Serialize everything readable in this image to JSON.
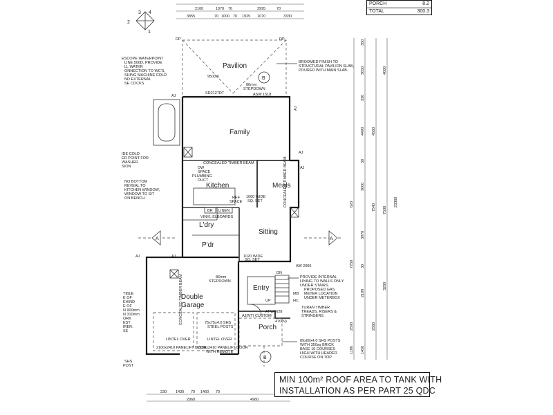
{
  "rooms": {
    "pavilion": "Pavilion",
    "family": "Family",
    "kitchen": "Kitchen",
    "meals": "Meals",
    "laundry": "L'dry",
    "sitting": "Sitting",
    "powder": "P'dr",
    "entry": "Entry",
    "garage_line1": "Double",
    "garage_line2": "Garage",
    "porch": "Porch"
  },
  "area_table": {
    "rows": [
      {
        "label": "PORCH",
        "value": "8.2"
      },
      {
        "label": "TOTAL",
        "value": "300.3"
      }
    ]
  },
  "banner": {
    "line1": "MIN 100m² ROOF AREA TO TANK WITH",
    "line2": "INSTALLATION AS PER PART 25 QDC"
  },
  "top_dims": {
    "row1": [
      "2100",
      "1070",
      "70",
      "2995",
      "70"
    ],
    "row2": [
      "3855",
      "70",
      "1000",
      "70",
      "1925",
      "1070",
      "3330"
    ]
  },
  "right_dims": {
    "col1": [
      "350",
      "3650",
      "330",
      "4490",
      "4560",
      "30",
      "3000",
      "7540",
      "620",
      "3970",
      "7250",
      "30",
      "2190",
      "2590",
      "1100",
      "1450"
    ],
    "col2": [
      "4000",
      "7500",
      "23380",
      "3280",
      "2580"
    ]
  },
  "bottom_dims": {
    "row1": [
      "230",
      "1430",
      "70",
      "1460",
      "70"
    ],
    "row2": [
      "2960",
      "4960"
    ]
  },
  "notes": {
    "broomed": [
      "BROOMED FINISH TO",
      "STRUCTURAL PAVILION SLAB,",
      "POURED WITH MAIN SLAB."
    ],
    "waterpoint": [
      "ESCOPE WATERPOINT",
      "LINE 500D. PROVIDE",
      "LL WATER",
      "ONNECTION TO WC'S,",
      "SHING MACHINE COLD",
      "ND EXTERNAL",
      "SE COCKS"
    ],
    "cold_water": [
      "IDE COLD",
      "ER POINT FOR",
      "WASHER",
      "SION"
    ],
    "no_bottom": [
      "NO BOTTOM",
      "REVEAL TO",
      "KITCHEN WINDOW,",
      "WINDOW TO SIT",
      "ON BENCH."
    ],
    "internal": [
      "PROVIDE INTERNAL",
      "LINING TO WALLS ONLY",
      "UNDER STAIRS."
    ],
    "gas": [
      "PROPOSED GAS",
      "METER LOCATION",
      "UNDER METERBOX"
    ],
    "treads": [
      "TURAN TIMBER",
      "TREADS, RISERS &",
      "STRINGERS"
    ],
    "shs": [
      "89x89x4.0 SHS POSTS",
      "WITH 350sq BRICK",
      "BASE 10 COURSES",
      "HIGH WITH HEADER",
      "COURSE ON TOP"
    ],
    "garage_left": [
      "TIBLE",
      "E OF",
      "EHIND",
      "E OF",
      "N 900mm",
      "N 310mm",
      "ORK",
      "EST",
      "IRER.",
      "SE"
    ]
  },
  "labels": {
    "window_950": "950(N)",
    "stepdown_86": "86mm",
    "stepdown": "STEPDOWN",
    "asw": "ASW 1518",
    "sd": "SD2127DT",
    "beam": "CONCEALED TIMBER BEAM",
    "dw": "DW",
    "space": "SPACE",
    "plumbing": "PLUMBING",
    "duct": "DUCT",
    "bench": "1000 WIDE",
    "bench2": "SQ. SET",
    "ref": "REF",
    "space2": "SPACE",
    "br": "BR",
    "linen": "LINEN",
    "vinyl": "VINYL ELBOARDS",
    "wide1020": "1020 WIDE",
    "sqset": "SQ. SET",
    "concealed2": "CONCEALED TIMBER BEAM",
    "garage_step": "86mm",
    "garage_step2": "STEPDOWN",
    "concealed3": "CONCEALED TIMBER BEAM",
    "shs2": "75x75x4.0 SHS",
    "shs3": "STEEL POSTS",
    "lintel1": "LINTEL OVER",
    "lintel2": "LINTEL OVER",
    "panel1": "2100x2410 PANELIFT DOOR",
    "panel2": "2100x2410 PANELIFT DOOR",
    "remote": "WITH REMOTE",
    "custom": "AJ(NT) CUSTOM",
    "afw": "AFW0628",
    "d470": "470(N)",
    "aw2006": "AW 2006",
    "hc": "HC",
    "dn": "DN",
    "up": "UP",
    "mb": "MB",
    "aj": "AJ",
    "dp": "DP",
    "shs_left": "SHS",
    "shs_left2": "POST"
  },
  "markers": {
    "compass": [
      "1",
      "2",
      "3",
      "4"
    ],
    "section_a": "A",
    "section_b": "B"
  }
}
